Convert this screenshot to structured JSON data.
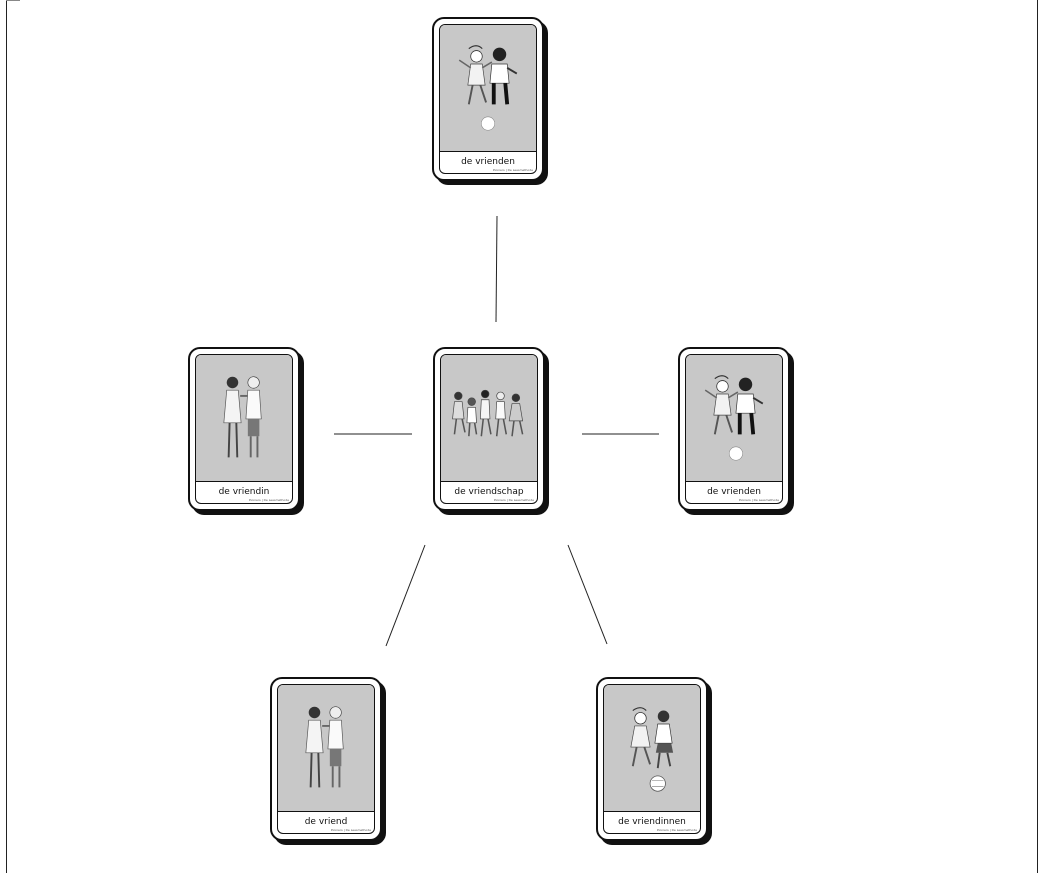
{
  "cards": {
    "top": {
      "label": "de vrienden",
      "credit": "Pioniers | De Leesmethode",
      "illustration": "boy-and-girl-playing-football"
    },
    "left": {
      "label": "de vriendin",
      "credit": "Pioniers | De Leesmethode",
      "illustration": "two-friends-standing"
    },
    "center": {
      "label": "de vriendschap",
      "credit": "Pioniers | De Leesmethode",
      "illustration": "group-of-children-running"
    },
    "right": {
      "label": "de vrienden",
      "credit": "Pioniers | De Leesmethode",
      "illustration": "boy-and-girl-playing-football"
    },
    "bottom_left": {
      "label": "de vriend",
      "credit": "Pioniers | De Leesmethode",
      "illustration": "two-friends-standing"
    },
    "bottom_right": {
      "label": "de vriendinnen",
      "credit": "Pioniers | De Leesmethode",
      "illustration": "two-girls-playing-football"
    }
  },
  "colors": {
    "photo_background": "#c8c8c8",
    "card_border": "#111111",
    "connector": "#222222"
  }
}
